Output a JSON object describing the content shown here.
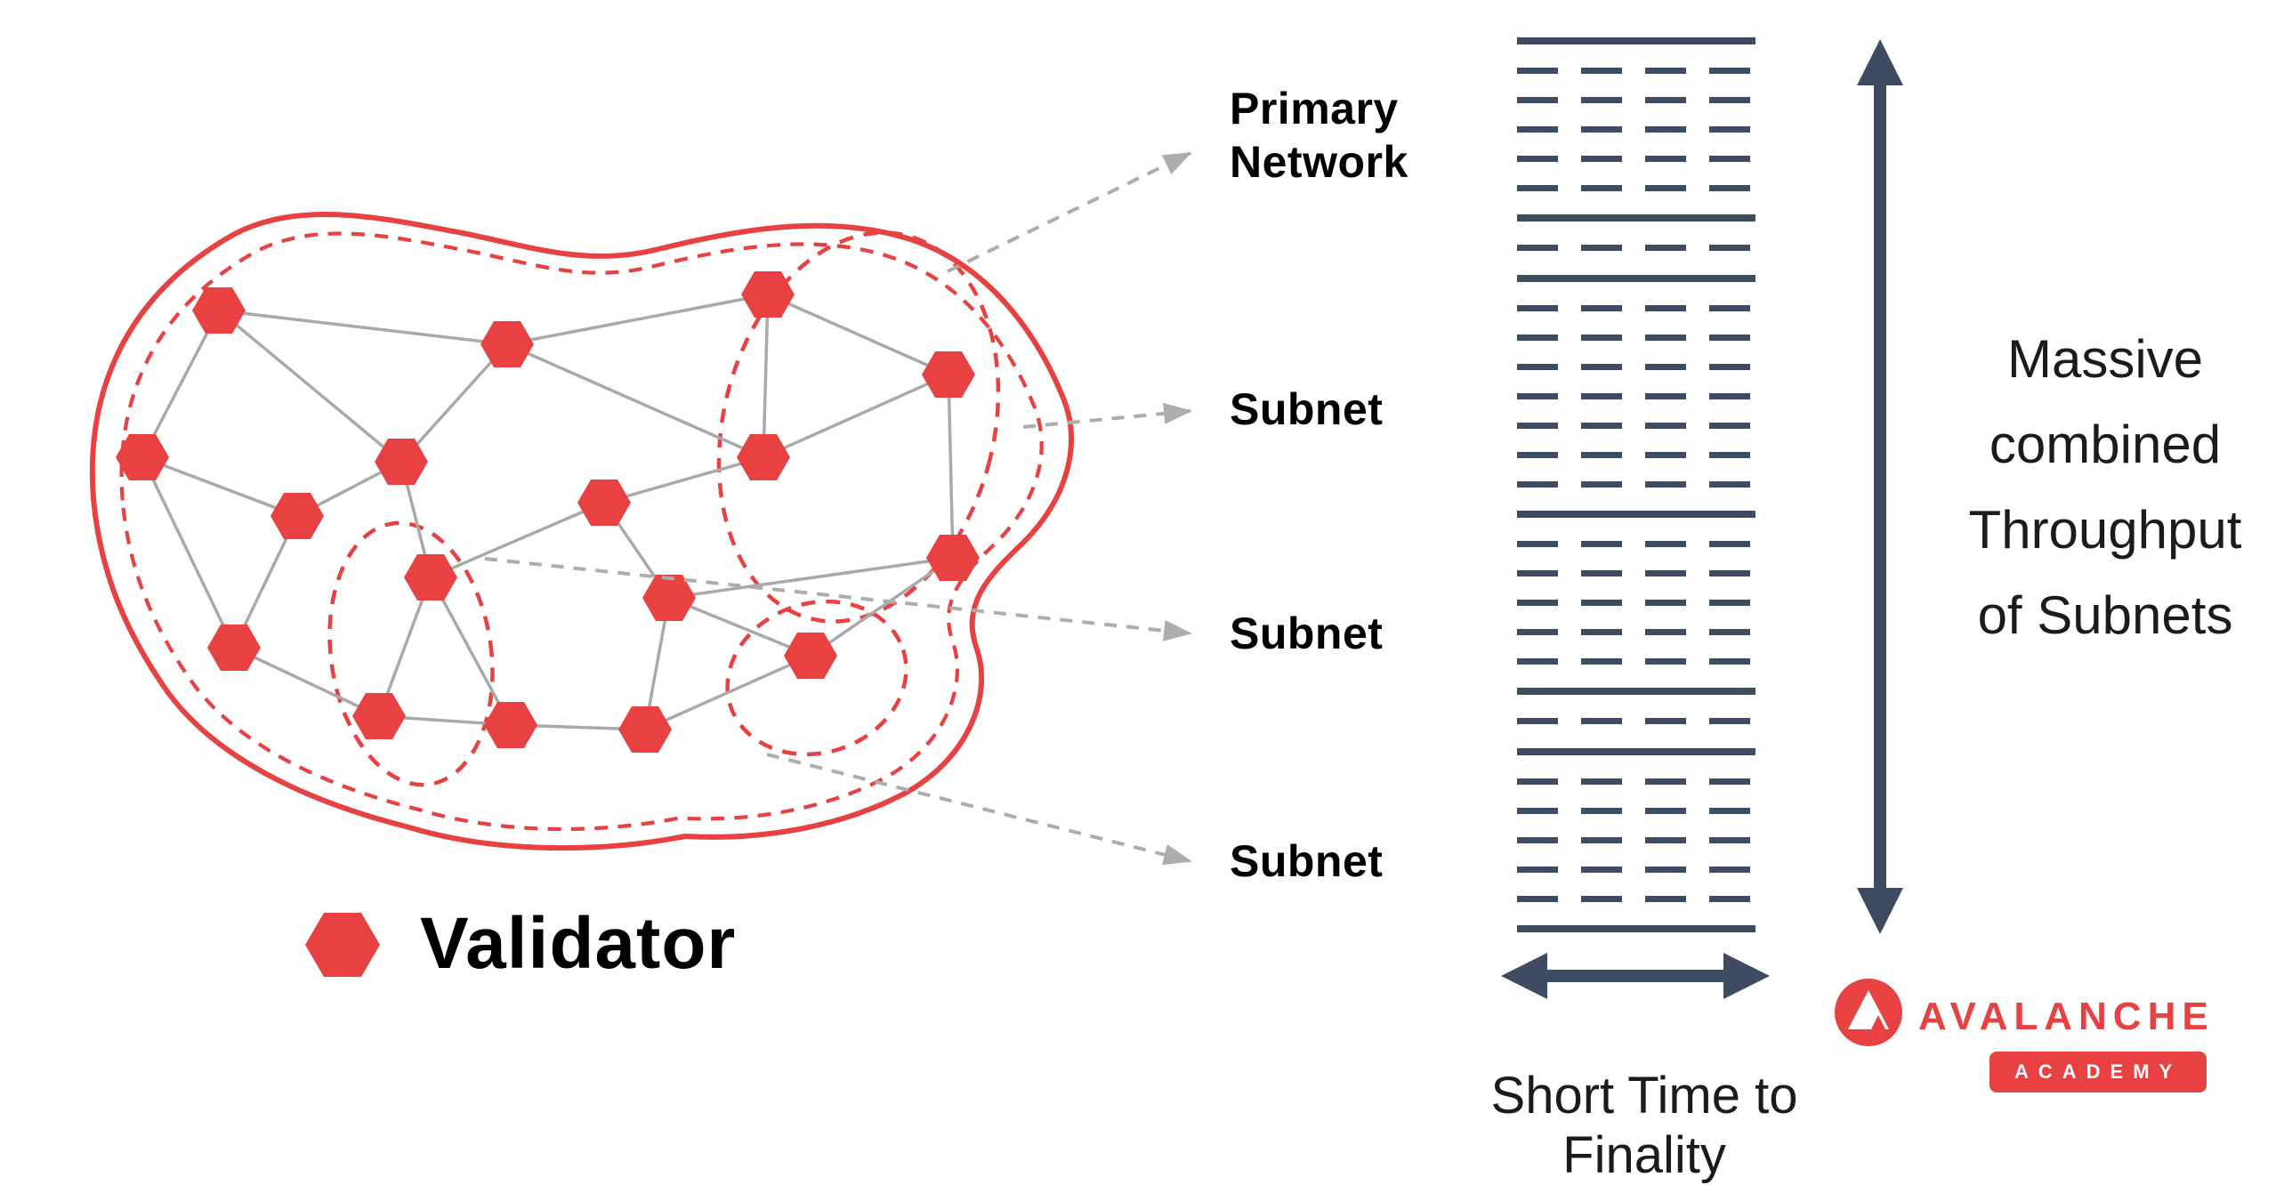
{
  "diagram": {
    "primary_network_label": "Primary\nNetwork",
    "subnet_labels": [
      "Subnet",
      "Subnet",
      "Subnet"
    ],
    "legend_validator_label": "Validator"
  },
  "throughput": {
    "side_caption": "Massive\ncombined\nThroughput\nof Subnets",
    "bottom_caption": "Short Time to Finality",
    "rows": [
      "solid",
      "dashed",
      "dashed",
      "dashed",
      "dashed",
      "dashed",
      "solid",
      "dashed",
      "solid",
      "dashed",
      "dashed",
      "dashed",
      "dashed",
      "dashed",
      "dashed",
      "dashed",
      "solid",
      "dashed",
      "dashed",
      "dashed",
      "dashed",
      "dashed",
      "solid",
      "dashed",
      "solid",
      "dashed",
      "dashed",
      "dashed",
      "dashed",
      "dashed",
      "solid"
    ]
  },
  "logo": {
    "brand": "AVALANCHE",
    "sub_badge": "ACADEMY"
  },
  "colors": {
    "avalanche_red": "#E84142",
    "slate": "#3E4C62",
    "edge_gray": "#A9A9A9",
    "arrow_gray": "#ADADAD"
  }
}
